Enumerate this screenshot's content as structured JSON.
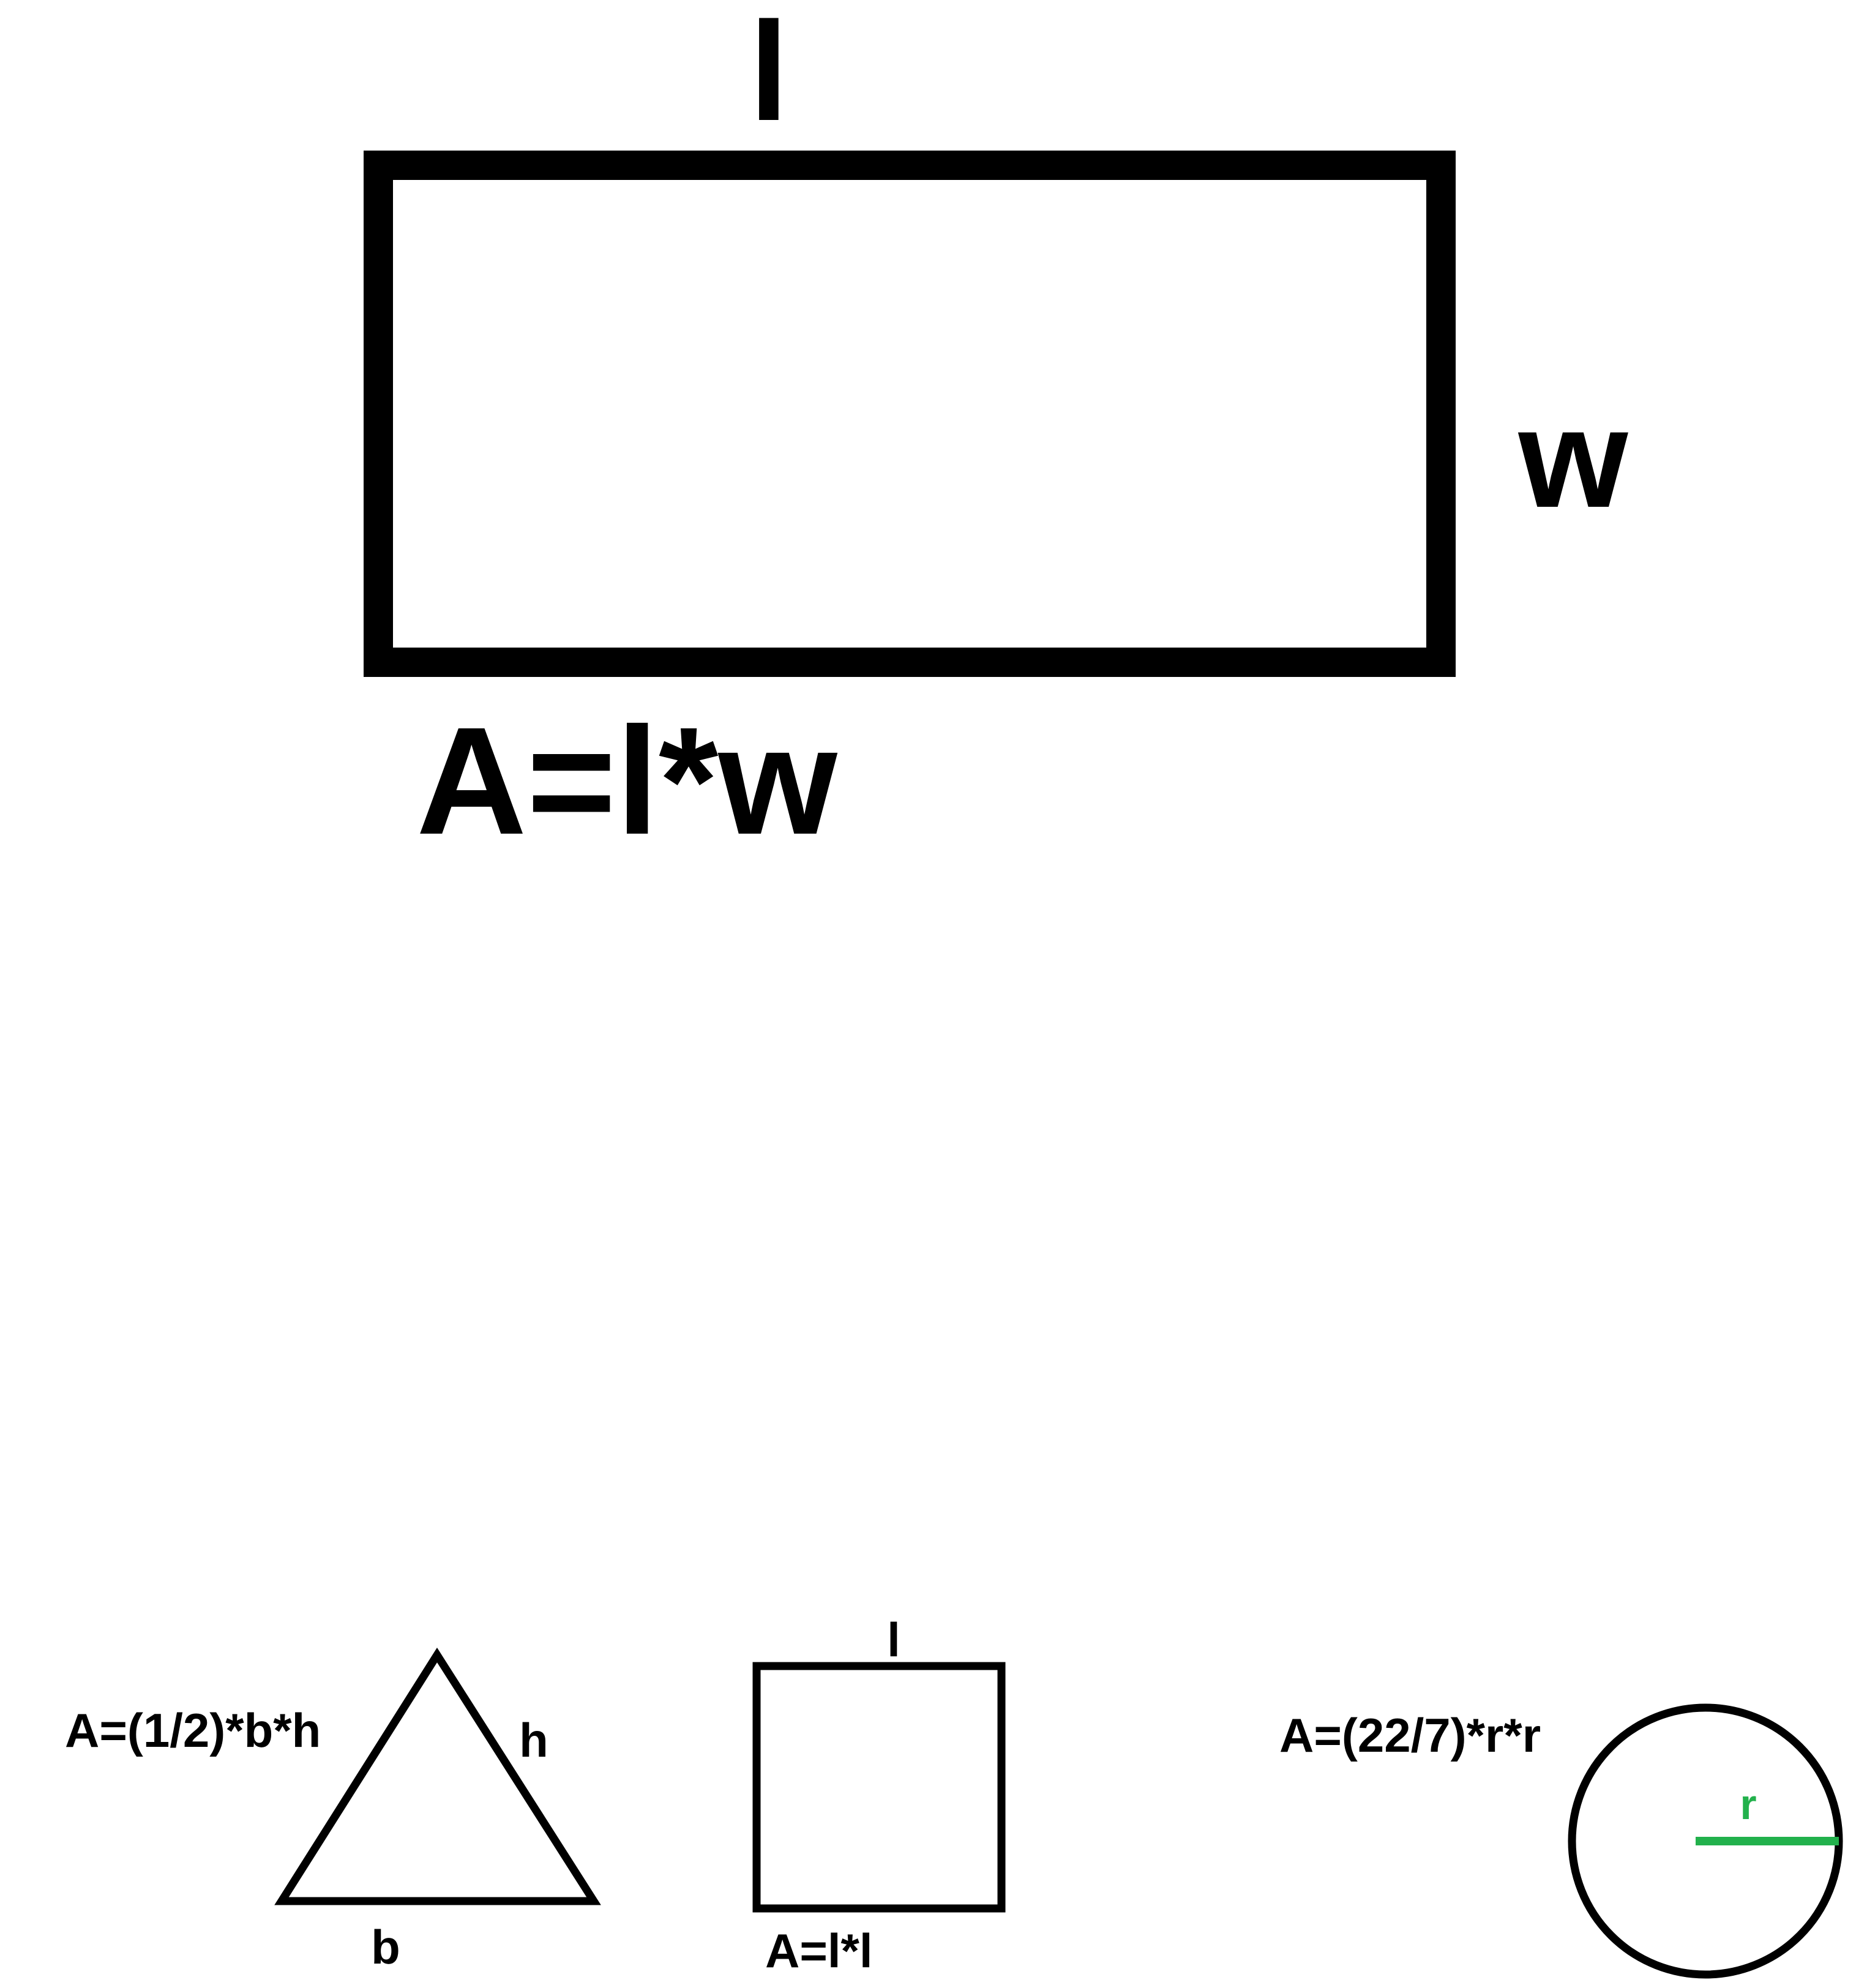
{
  "colors": {
    "background": "#ffffff",
    "stroke": "#000000",
    "radius_line": "#22b14c"
  },
  "rectangle": {
    "length_label": "l",
    "width_label": "w",
    "formula": "A=l*w"
  },
  "triangle": {
    "formula": "A=(1/2)*b*h",
    "height_label": "h",
    "base_label": "b"
  },
  "square": {
    "side_label": "l",
    "formula": "A=l*l"
  },
  "circle": {
    "formula": "A=(22/7)*r*r",
    "radius_label": "r"
  }
}
